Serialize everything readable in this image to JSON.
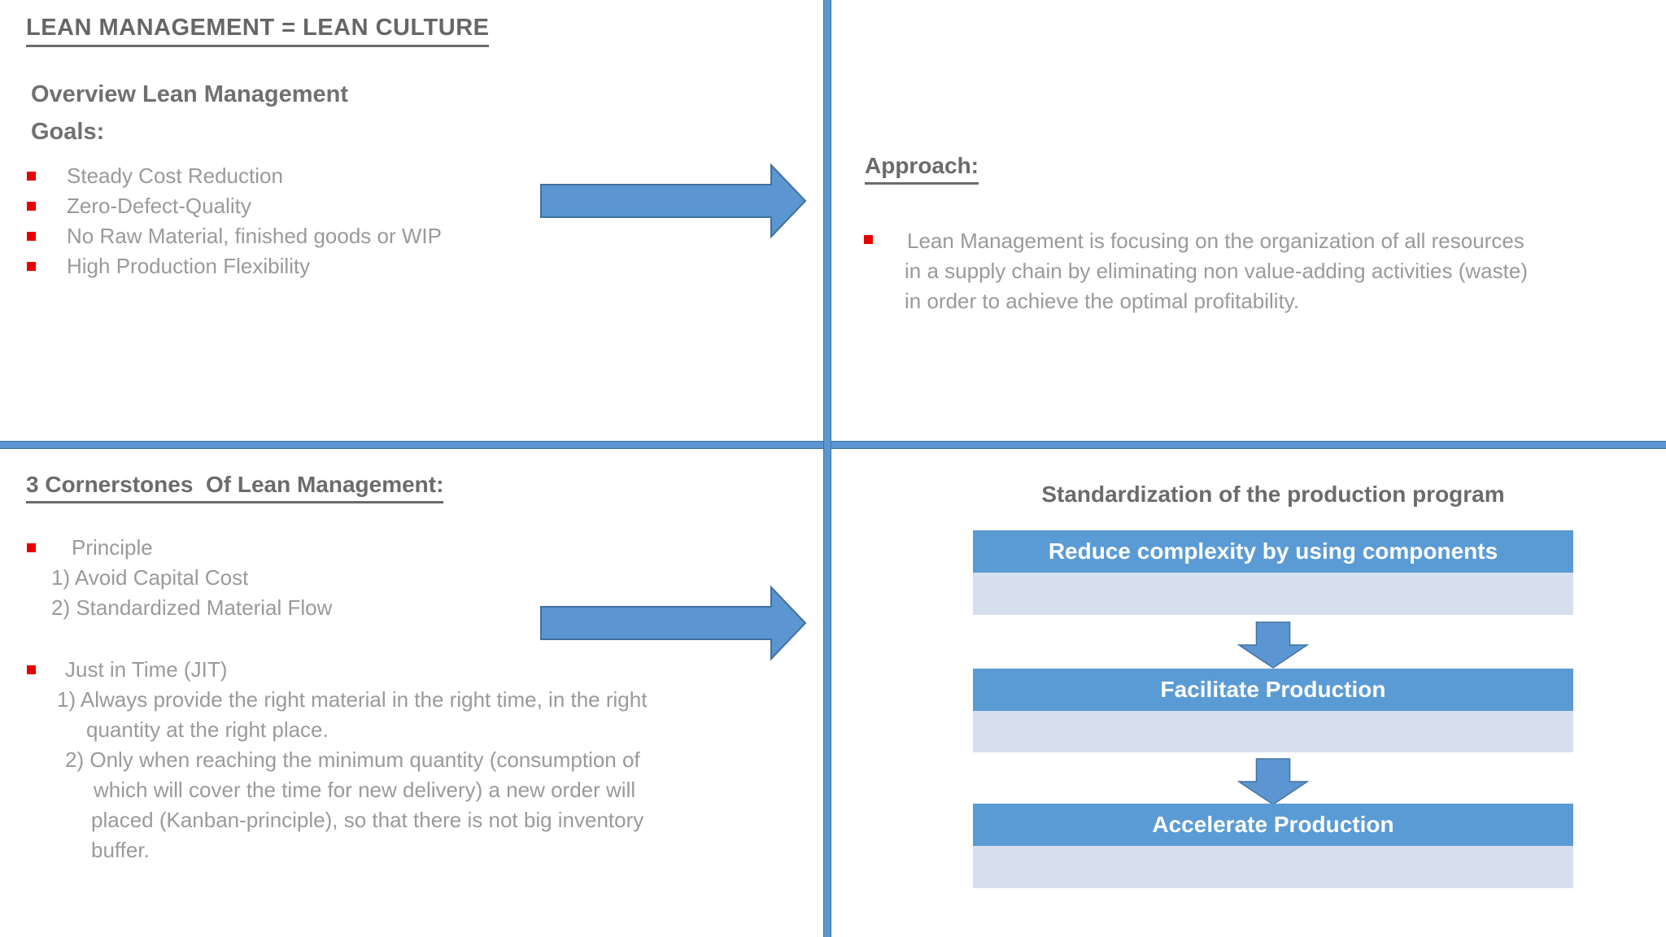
{
  "colors": {
    "accent_blue": "#5B9BD5",
    "accent_blue_border": "#41719C",
    "light_blue_box": "#D6DFEE",
    "heading_gray": "#6B6B6B",
    "body_gray": "#9A9A9A",
    "bullet_red": "#E60000"
  },
  "quadrants": {
    "top_left": {
      "title": "LEAN MANAGEMENT = LEAN CULTURE",
      "overview_heading": "Overview Lean Management",
      "goals_heading": "Goals:",
      "goals": [
        {
          "label": "Steady Cost Reduction"
        },
        {
          "label": "Zero-Defect-Quality"
        },
        {
          "label": "No Raw Material, finished goods or WIP"
        },
        {
          "label": "High Production Flexibility"
        }
      ]
    },
    "top_right": {
      "heading": "Approach:",
      "bullet": {
        "lines": [
          "Lean Management is focusing on the organization of all resources",
          "in a supply chain by eliminating non value-adding activities (waste)",
          "in order to achieve the optimal profitability."
        ]
      }
    },
    "bottom_left": {
      "heading": "3 Cornerstones  Of Lean Management:",
      "principle": {
        "label": "Principle",
        "items": [
          "1) Avoid Capital Cost",
          "2) Standardized Material Flow"
        ]
      },
      "jit": {
        "label": "Just in Time (JIT)",
        "lines": [
          "1) Always provide the right material in the right time, in the right",
          "quantity at the right place.",
          "2) Only when reaching the minimum quantity (consumption of",
          "which will cover the time for new delivery) a new order will",
          "placed (Kanban-principle), so that there is not big inventory",
          "buffer."
        ]
      }
    },
    "bottom_right": {
      "heading": "Standardization of the production program",
      "flow_steps": [
        {
          "label": "Reduce complexity by using components"
        },
        {
          "label": "Facilitate Production"
        },
        {
          "label": "Accelerate Production"
        }
      ]
    }
  }
}
